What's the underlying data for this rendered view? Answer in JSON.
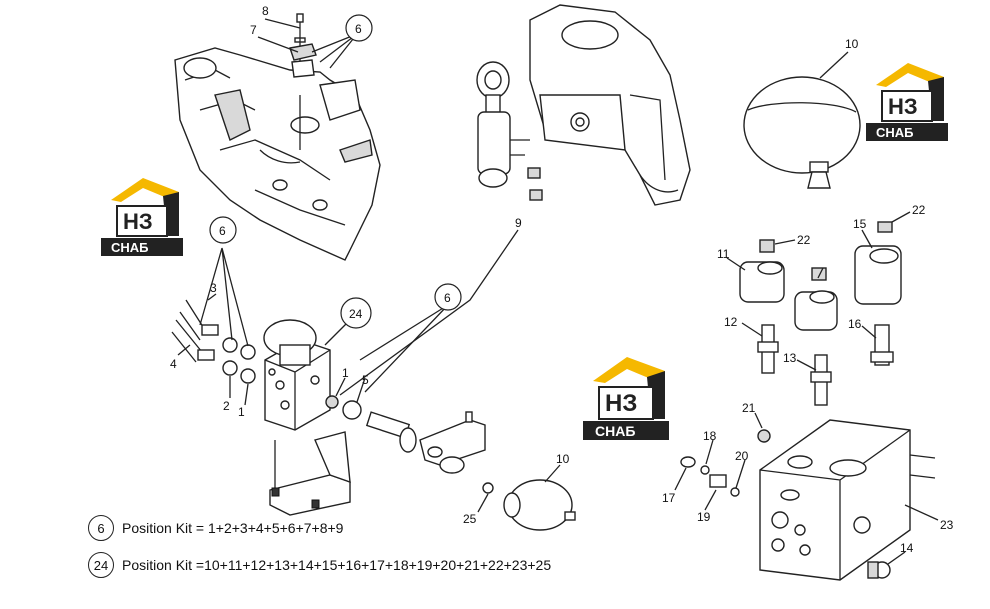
{
  "callouts": {
    "c1a": "1",
    "c1b": "1",
    "c2": "2",
    "c3": "3",
    "c4": "4",
    "c5": "5",
    "c6a": "6",
    "c6b": "6",
    "c6c": "6",
    "c7": "7",
    "c8": "8",
    "c9": "9",
    "c10a": "10",
    "c10b": "10",
    "c11": "11",
    "c12": "12",
    "c13": "13",
    "c14": "14",
    "c15": "15",
    "c16": "16",
    "c17": "17",
    "c18": "18",
    "c19": "19",
    "c20": "20",
    "c21": "21",
    "c22a": "22",
    "c22b": "22",
    "c23": "23",
    "c24": "24",
    "c25": "25"
  },
  "legend": {
    "kit6_num": "6",
    "kit6_text": "Position Kit = 1+2+3+4+5+6+7+8+9",
    "kit24_num": "24",
    "kit24_text": "Position Kit =10+11+12+13+14+15+16+17+18+19+20+21+22+23+25"
  },
  "watermark": {
    "mark": "НЗ",
    "text": "СНАБ",
    "accent_color": "#f5b800"
  }
}
